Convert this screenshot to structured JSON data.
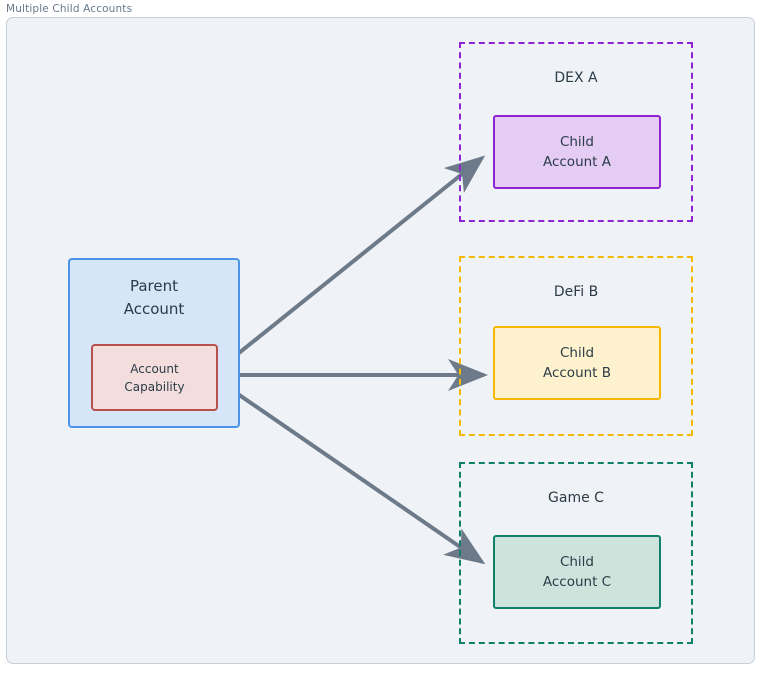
{
  "figure": {
    "title": "Multiple Child Accounts"
  },
  "nodes": {
    "parent_account": {
      "label": "Parent\nAccount",
      "fill": "#d6e5f7",
      "stroke": "#4a94e8"
    },
    "account_capability": {
      "label": "Account\nCapability",
      "fill": "#f3dedd",
      "stroke": "#b8514e"
    },
    "child_a": {
      "label": "Child\nAccount A",
      "fill": "#e5ccf5",
      "stroke": "#8e24d0"
    },
    "child_b": {
      "label": "Child\nAccount B",
      "fill": "#fdf2cd",
      "stroke": "#f5b800"
    },
    "child_c": {
      "label": "Child\nAccount C",
      "fill": "#cfe3dd",
      "stroke": "#11806a"
    }
  },
  "ecosystems": [
    {
      "label": "DEX A",
      "stroke": "#8e24d0",
      "style": "dashed"
    },
    {
      "label": "DeFi B",
      "stroke": "#f5b800",
      "style": "dashed"
    },
    {
      "label": "Game C",
      "stroke": "#11806a",
      "style": "dashed"
    }
  ],
  "edges": [
    {
      "from": "Account Capability",
      "to": "Child Account A",
      "color": "#6c7a89"
    },
    {
      "from": "Account Capability",
      "to": "Child Account B",
      "color": "#6c7a89"
    },
    {
      "from": "Account Capability",
      "to": "Child Account C",
      "color": "#6c7a89"
    }
  ],
  "colors": {
    "canvas_background": "#eff2f6",
    "frame_border": "#c7d0da",
    "title_text": "#67798c",
    "node_text": "#2b3b47",
    "arrow": "#6c7a89"
  }
}
